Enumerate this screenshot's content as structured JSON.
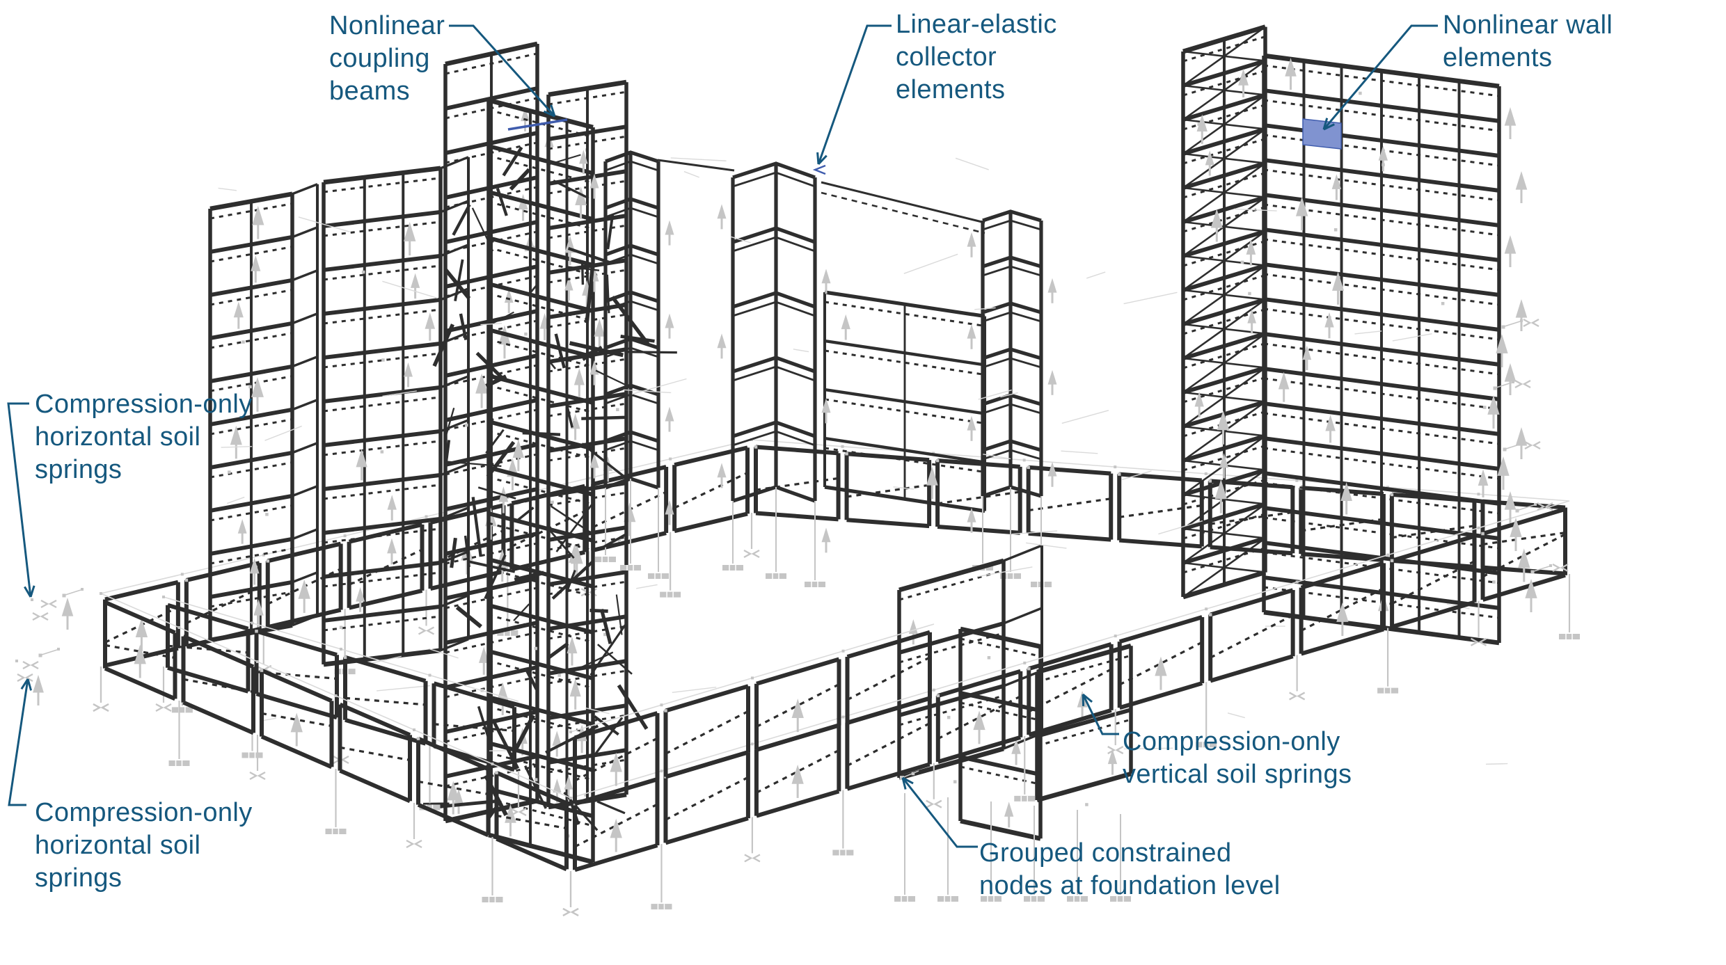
{
  "colors": {
    "background": "#ffffff",
    "structure": "#2e2e2e",
    "gray": "#c5c5c5",
    "gray_light": "#dadada",
    "accent": "#15587e",
    "highlight_panel": "#8093d0",
    "highlight_beam": "#3f5cad"
  },
  "annotations": {
    "coupling_beams": {
      "text": "Nonlinear\ncoupling\nbeams"
    },
    "collector_elements": {
      "text": "Linear-elastic\ncollector\nelements"
    },
    "wall_elements": {
      "text": "Nonlinear wall\nelements"
    },
    "horizontal_springs_upper": {
      "text": "Compression-only\nhorizontal soil\nsprings"
    },
    "horizontal_springs_lower": {
      "text": "Compression-only\nhorizontal soil\nsprings"
    },
    "vertical_springs": {
      "text": "Compression-only\nvertical soil springs"
    },
    "constrained_nodes": {
      "text": "Grouped constrained\nnodes at foundation level"
    }
  }
}
